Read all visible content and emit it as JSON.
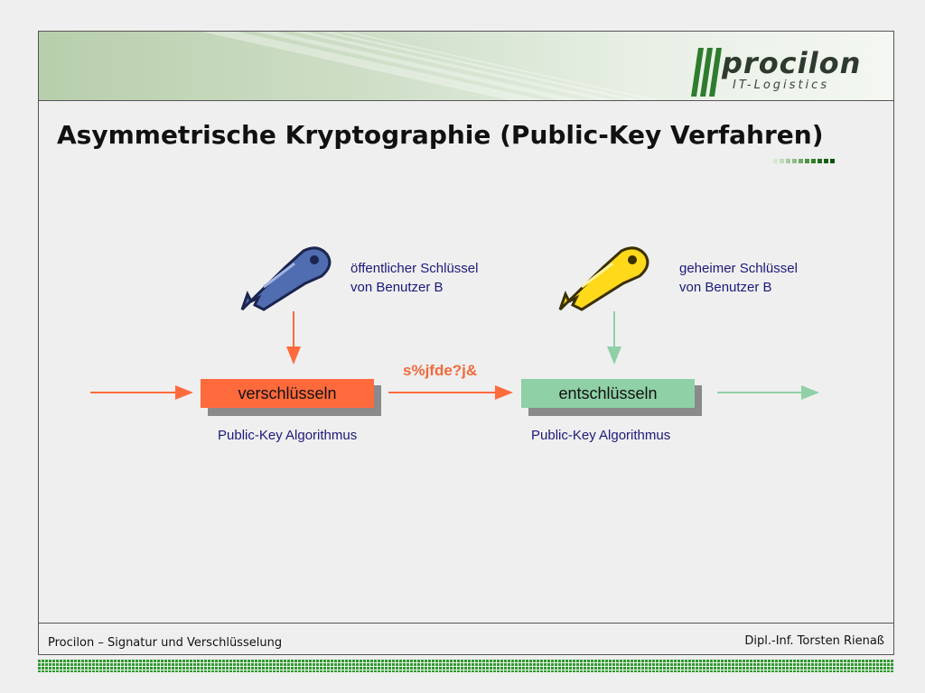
{
  "header": {
    "logo": {
      "name": "procilon",
      "tagline": "IT-Logistics"
    },
    "title": "Asymmetrische Kryptographie (Public-Key Verfahren)"
  },
  "diagram": {
    "public_key_label": [
      "öffentlicher Schlüssel",
      "von Benutzer B"
    ],
    "secret_key_label": [
      "geheimer Schlüssel",
      "von Benutzer B"
    ],
    "encrypt_label": "verschlüsseln",
    "decrypt_label": "entschlüsseln",
    "ciphertext": "s%jfde?j&",
    "algorithm_label_left": "Public-Key Algorithmus",
    "algorithm_label_right": "Public-Key Algorithmus",
    "icons": [
      "blue-key-icon",
      "yellow-key-icon"
    ],
    "colors": {
      "encrypt": "#ff6a3d",
      "decrypt": "#8fd0a6",
      "label_text": "#1a1a7a",
      "cipher_text": "#f06a3c"
    }
  },
  "footer": {
    "left": "Procilon – Signatur und Verschlüsselung",
    "right": "Dipl.-Inf. Torsten Rienaß"
  }
}
